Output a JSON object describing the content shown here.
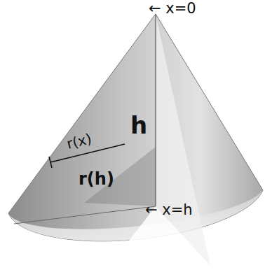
{
  "diagram": {
    "labels": [
      "← x=0",
      "r(x)",
      "h",
      "r(h)",
      "← x=h"
    ]
  }
}
